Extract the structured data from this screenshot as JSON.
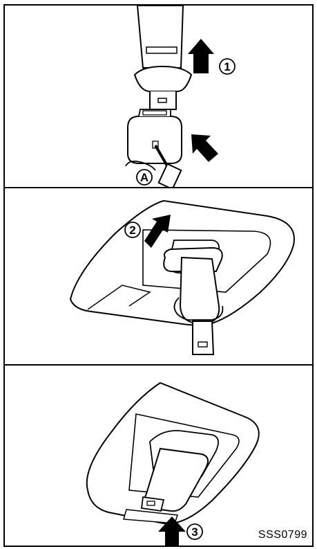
{
  "steps": {
    "step1_label": "①",
    "step2_label": "②",
    "step3_label": "③"
  },
  "callouts": {
    "a_label": "A"
  },
  "figure": {
    "code": "SSS0799"
  }
}
